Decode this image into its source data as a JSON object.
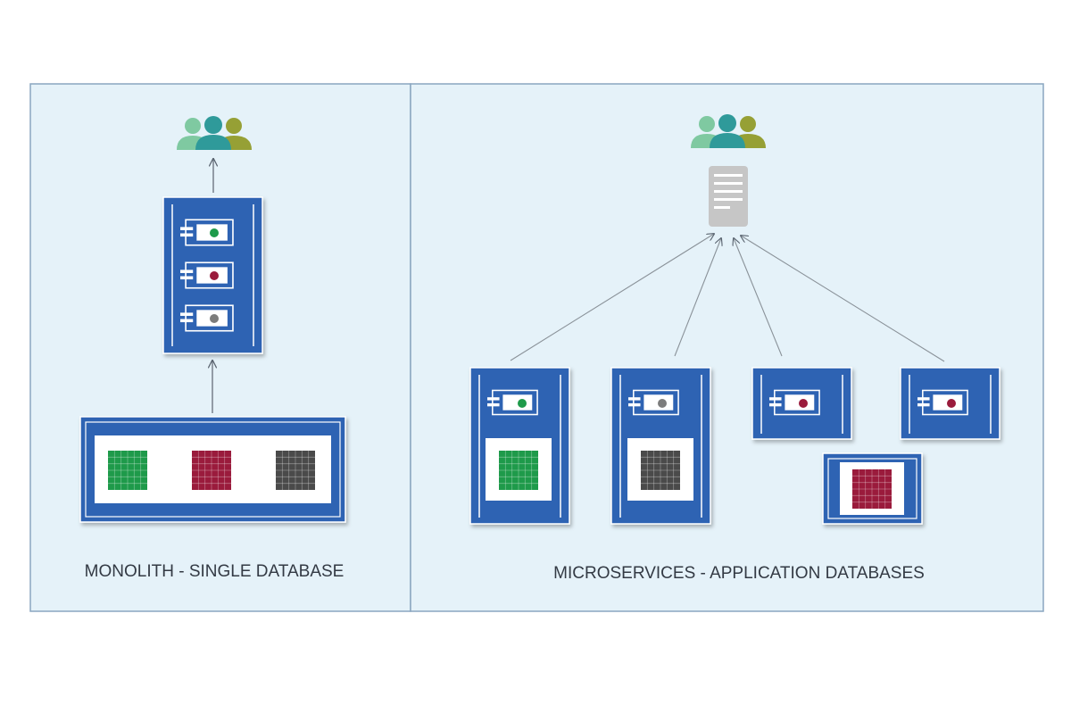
{
  "panels": {
    "monolith": {
      "label": "MONOLITH - SINGLE DATABASE",
      "services": [
        "green",
        "crimson",
        "gray"
      ],
      "database_tables": [
        "green",
        "crimson",
        "gray"
      ]
    },
    "microservices": {
      "label": "MICROSERVICES - APPLICATION DATABASES",
      "services": [
        {
          "module": "green",
          "database": "green"
        },
        {
          "module": "gray",
          "database": "gray"
        },
        {
          "module": "crimson",
          "database": "shared-crimson"
        },
        {
          "module": "crimson",
          "database": "shared-crimson"
        }
      ]
    }
  },
  "icons": {
    "users": "users-group-icon",
    "gateway": "api-gateway-server-icon"
  },
  "colors": {
    "panel_background": "#e5f2f9",
    "panel_border": "#8aa6c0",
    "container_blue": "#2e64b3",
    "green": "#1e9a4a",
    "crimson": "#9a1b3c",
    "gray": "#7c7c7c",
    "dark_gray": "#4a4a4a",
    "user_light": "#7fc9a1",
    "user_teal": "#2f9a9a",
    "user_olive": "#96a035",
    "gateway": "#c6c6c6"
  }
}
